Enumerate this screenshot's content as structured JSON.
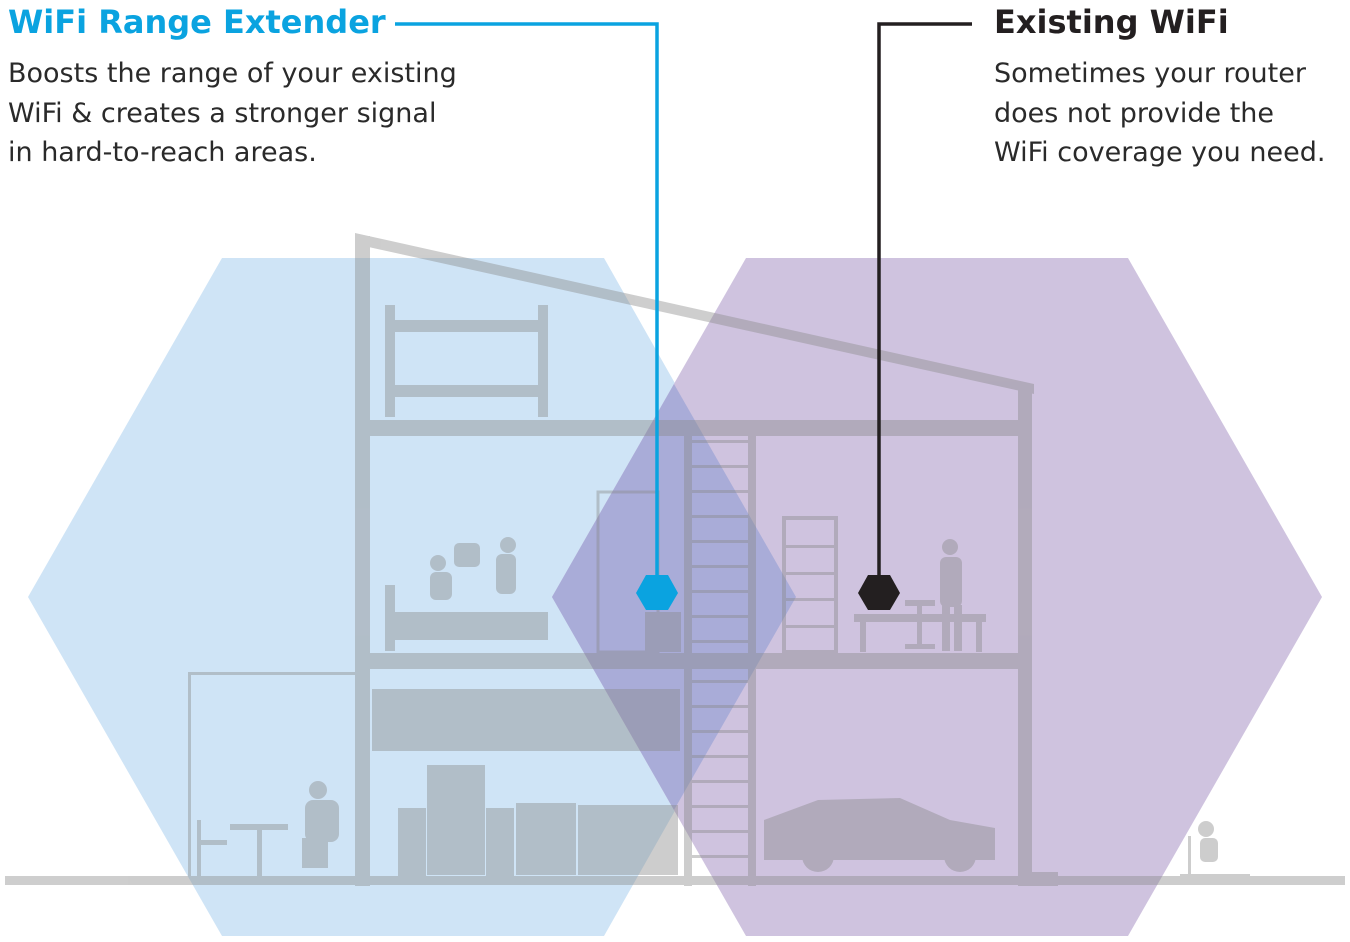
{
  "extender": {
    "title": "WiFi Range Extender",
    "description_lines": [
      "Boosts the range of your existing",
      "WiFi & creates a stronger signal",
      "in hard-to-reach areas."
    ]
  },
  "existing": {
    "title": "Existing WiFi",
    "description_lines": [
      "Sometimes your router",
      "does not provide the",
      "WiFi coverage you need."
    ]
  },
  "colors": {
    "extender_accent": "#0aa3e0",
    "extender_zone": "#cfe4f6",
    "existing_accent": "#231f20",
    "existing_zone": "#cec2de",
    "overlap_zone": "#a9acd8",
    "building": "#bdbdbd"
  },
  "icons": {
    "extender_device": "hexagon-icon",
    "router_device": "hexagon-icon"
  }
}
